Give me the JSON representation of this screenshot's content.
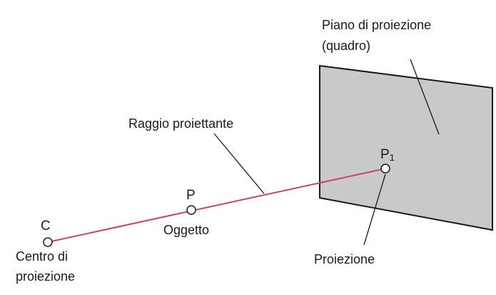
{
  "colors": {
    "background": "#ffffff",
    "plane_fill": "#c9c9c9",
    "plane_stroke": "#1a1a1a",
    "ray": "#c8407e",
    "leader": "#1a1a1a",
    "text": "#1a1a1a"
  },
  "labels": {
    "plane_line1": "Piano di proiezione",
    "plane_line2": "(quadro)",
    "ray": "Raggio proiettante",
    "center_point": "C",
    "center_line1": "Centro di",
    "center_line2": "proiezione",
    "object_point": "P",
    "object": "Oggetto",
    "projection_point": "P",
    "projection_point_sub": "1",
    "projection": "Proiezione"
  }
}
